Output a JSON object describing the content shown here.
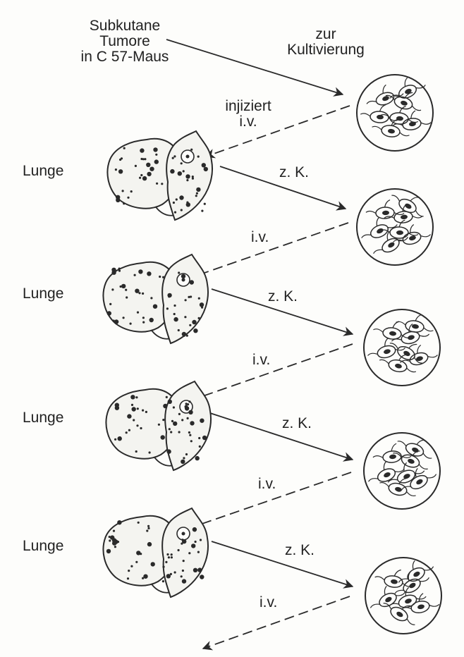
{
  "source": {
    "line1": "Subkutane",
    "line2": "Tumore",
    "line3": "in C 57-Maus"
  },
  "culture_label": {
    "line1": "zur",
    "line2": "Kultivierung"
  },
  "first_injection": {
    "line1": "injiziert",
    "line2": "i.v."
  },
  "organ_label": "Lunge",
  "culture_abbrev": "z. K.",
  "iv_abbrev": "i.v.",
  "cycles": [
    {
      "organ": "Lunge",
      "to_culture": "z. K.",
      "from_culture": "i.v."
    },
    {
      "organ": "Lunge",
      "to_culture": "z. K.",
      "from_culture": "i.v."
    },
    {
      "organ": "Lunge",
      "to_culture": "z. K.",
      "from_culture": "i.v."
    },
    {
      "organ": "Lunge",
      "to_culture": "z. K.",
      "from_culture": "i.v."
    }
  ]
}
